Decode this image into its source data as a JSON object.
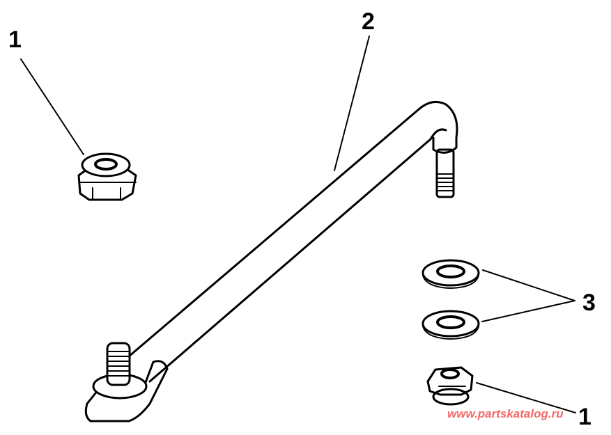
{
  "diagram": {
    "type": "exploded-parts-view",
    "callouts": [
      {
        "id": "1",
        "label": "1",
        "part": "lock-nut",
        "position": "top-left"
      },
      {
        "id": "2",
        "label": "2",
        "part": "steering-link-rod",
        "position": "top-center"
      },
      {
        "id": "3",
        "label": "3",
        "part": "flat-washer",
        "position": "right",
        "count": 2
      },
      {
        "id": "1b",
        "label": "1",
        "part": "lock-nut",
        "position": "bottom-right"
      }
    ]
  },
  "watermark": "www.partskatalog.ru",
  "colors": {
    "line": "#000000",
    "background": "#ffffff",
    "watermark": "#f06a6a"
  }
}
